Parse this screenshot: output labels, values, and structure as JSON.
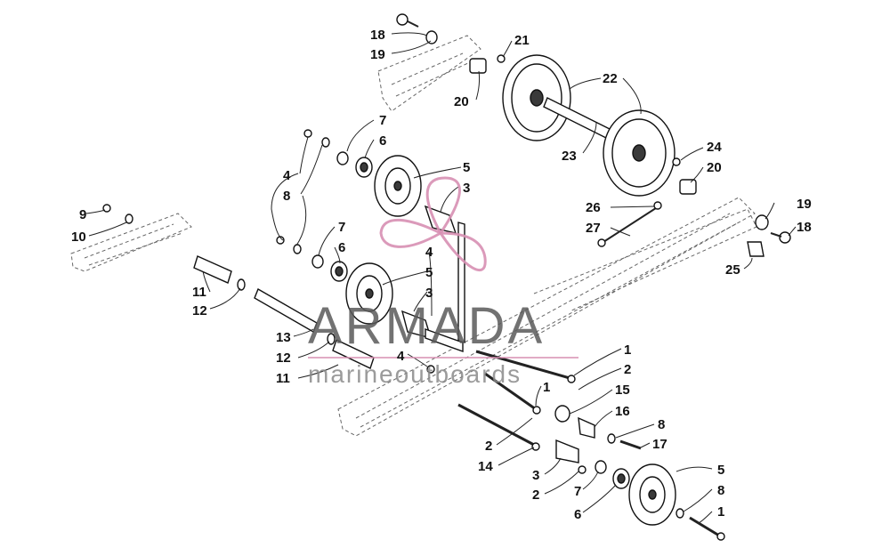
{
  "watermark": {
    "brand": "ARMADA",
    "tagline": "marineoutboards",
    "accent_color": "#d78fb2"
  },
  "callouts": [
    {
      "id": "c18a",
      "text": "18"
    },
    {
      "id": "c19a",
      "text": "19"
    },
    {
      "id": "c20a",
      "text": "20"
    },
    {
      "id": "c21",
      "text": "21"
    },
    {
      "id": "c22",
      "text": "22"
    },
    {
      "id": "c23",
      "text": "23"
    },
    {
      "id": "c24",
      "text": "24"
    },
    {
      "id": "c20b",
      "text": "20"
    },
    {
      "id": "c26",
      "text": "26"
    },
    {
      "id": "c27",
      "text": "27"
    },
    {
      "id": "c19b",
      "text": "19"
    },
    {
      "id": "c18b",
      "text": "18"
    },
    {
      "id": "c25",
      "text": "25"
    },
    {
      "id": "c7a",
      "text": "7"
    },
    {
      "id": "c6a",
      "text": "6"
    },
    {
      "id": "c4a",
      "text": "4"
    },
    {
      "id": "c8a",
      "text": "8"
    },
    {
      "id": "c5a",
      "text": "5"
    },
    {
      "id": "c3a",
      "text": "3"
    },
    {
      "id": "c9",
      "text": "9"
    },
    {
      "id": "c10",
      "text": "10"
    },
    {
      "id": "c7b",
      "text": "7"
    },
    {
      "id": "c6b",
      "text": "6"
    },
    {
      "id": "c4b",
      "text": "4"
    },
    {
      "id": "c5b",
      "text": "5"
    },
    {
      "id": "c3b",
      "text": "3"
    },
    {
      "id": "c11a",
      "text": "11"
    },
    {
      "id": "c12a",
      "text": "12"
    },
    {
      "id": "c13",
      "text": "13"
    },
    {
      "id": "c12b",
      "text": "12"
    },
    {
      "id": "c11b",
      "text": "11"
    },
    {
      "id": "c4c",
      "text": "4"
    },
    {
      "id": "c1a",
      "text": "1"
    },
    {
      "id": "c2a",
      "text": "2"
    },
    {
      "id": "c1b",
      "text": "1"
    },
    {
      "id": "c15",
      "text": "15"
    },
    {
      "id": "c16",
      "text": "16"
    },
    {
      "id": "c8b",
      "text": "8"
    },
    {
      "id": "c17",
      "text": "17"
    },
    {
      "id": "c2b",
      "text": "2"
    },
    {
      "id": "c14",
      "text": "14"
    },
    {
      "id": "c3c",
      "text": "3"
    },
    {
      "id": "c2c",
      "text": "2"
    },
    {
      "id": "c7c",
      "text": "7"
    },
    {
      "id": "c6c",
      "text": "6"
    },
    {
      "id": "c5c",
      "text": "5"
    },
    {
      "id": "c8c",
      "text": "8"
    },
    {
      "id": "c1c",
      "text": "1"
    }
  ]
}
